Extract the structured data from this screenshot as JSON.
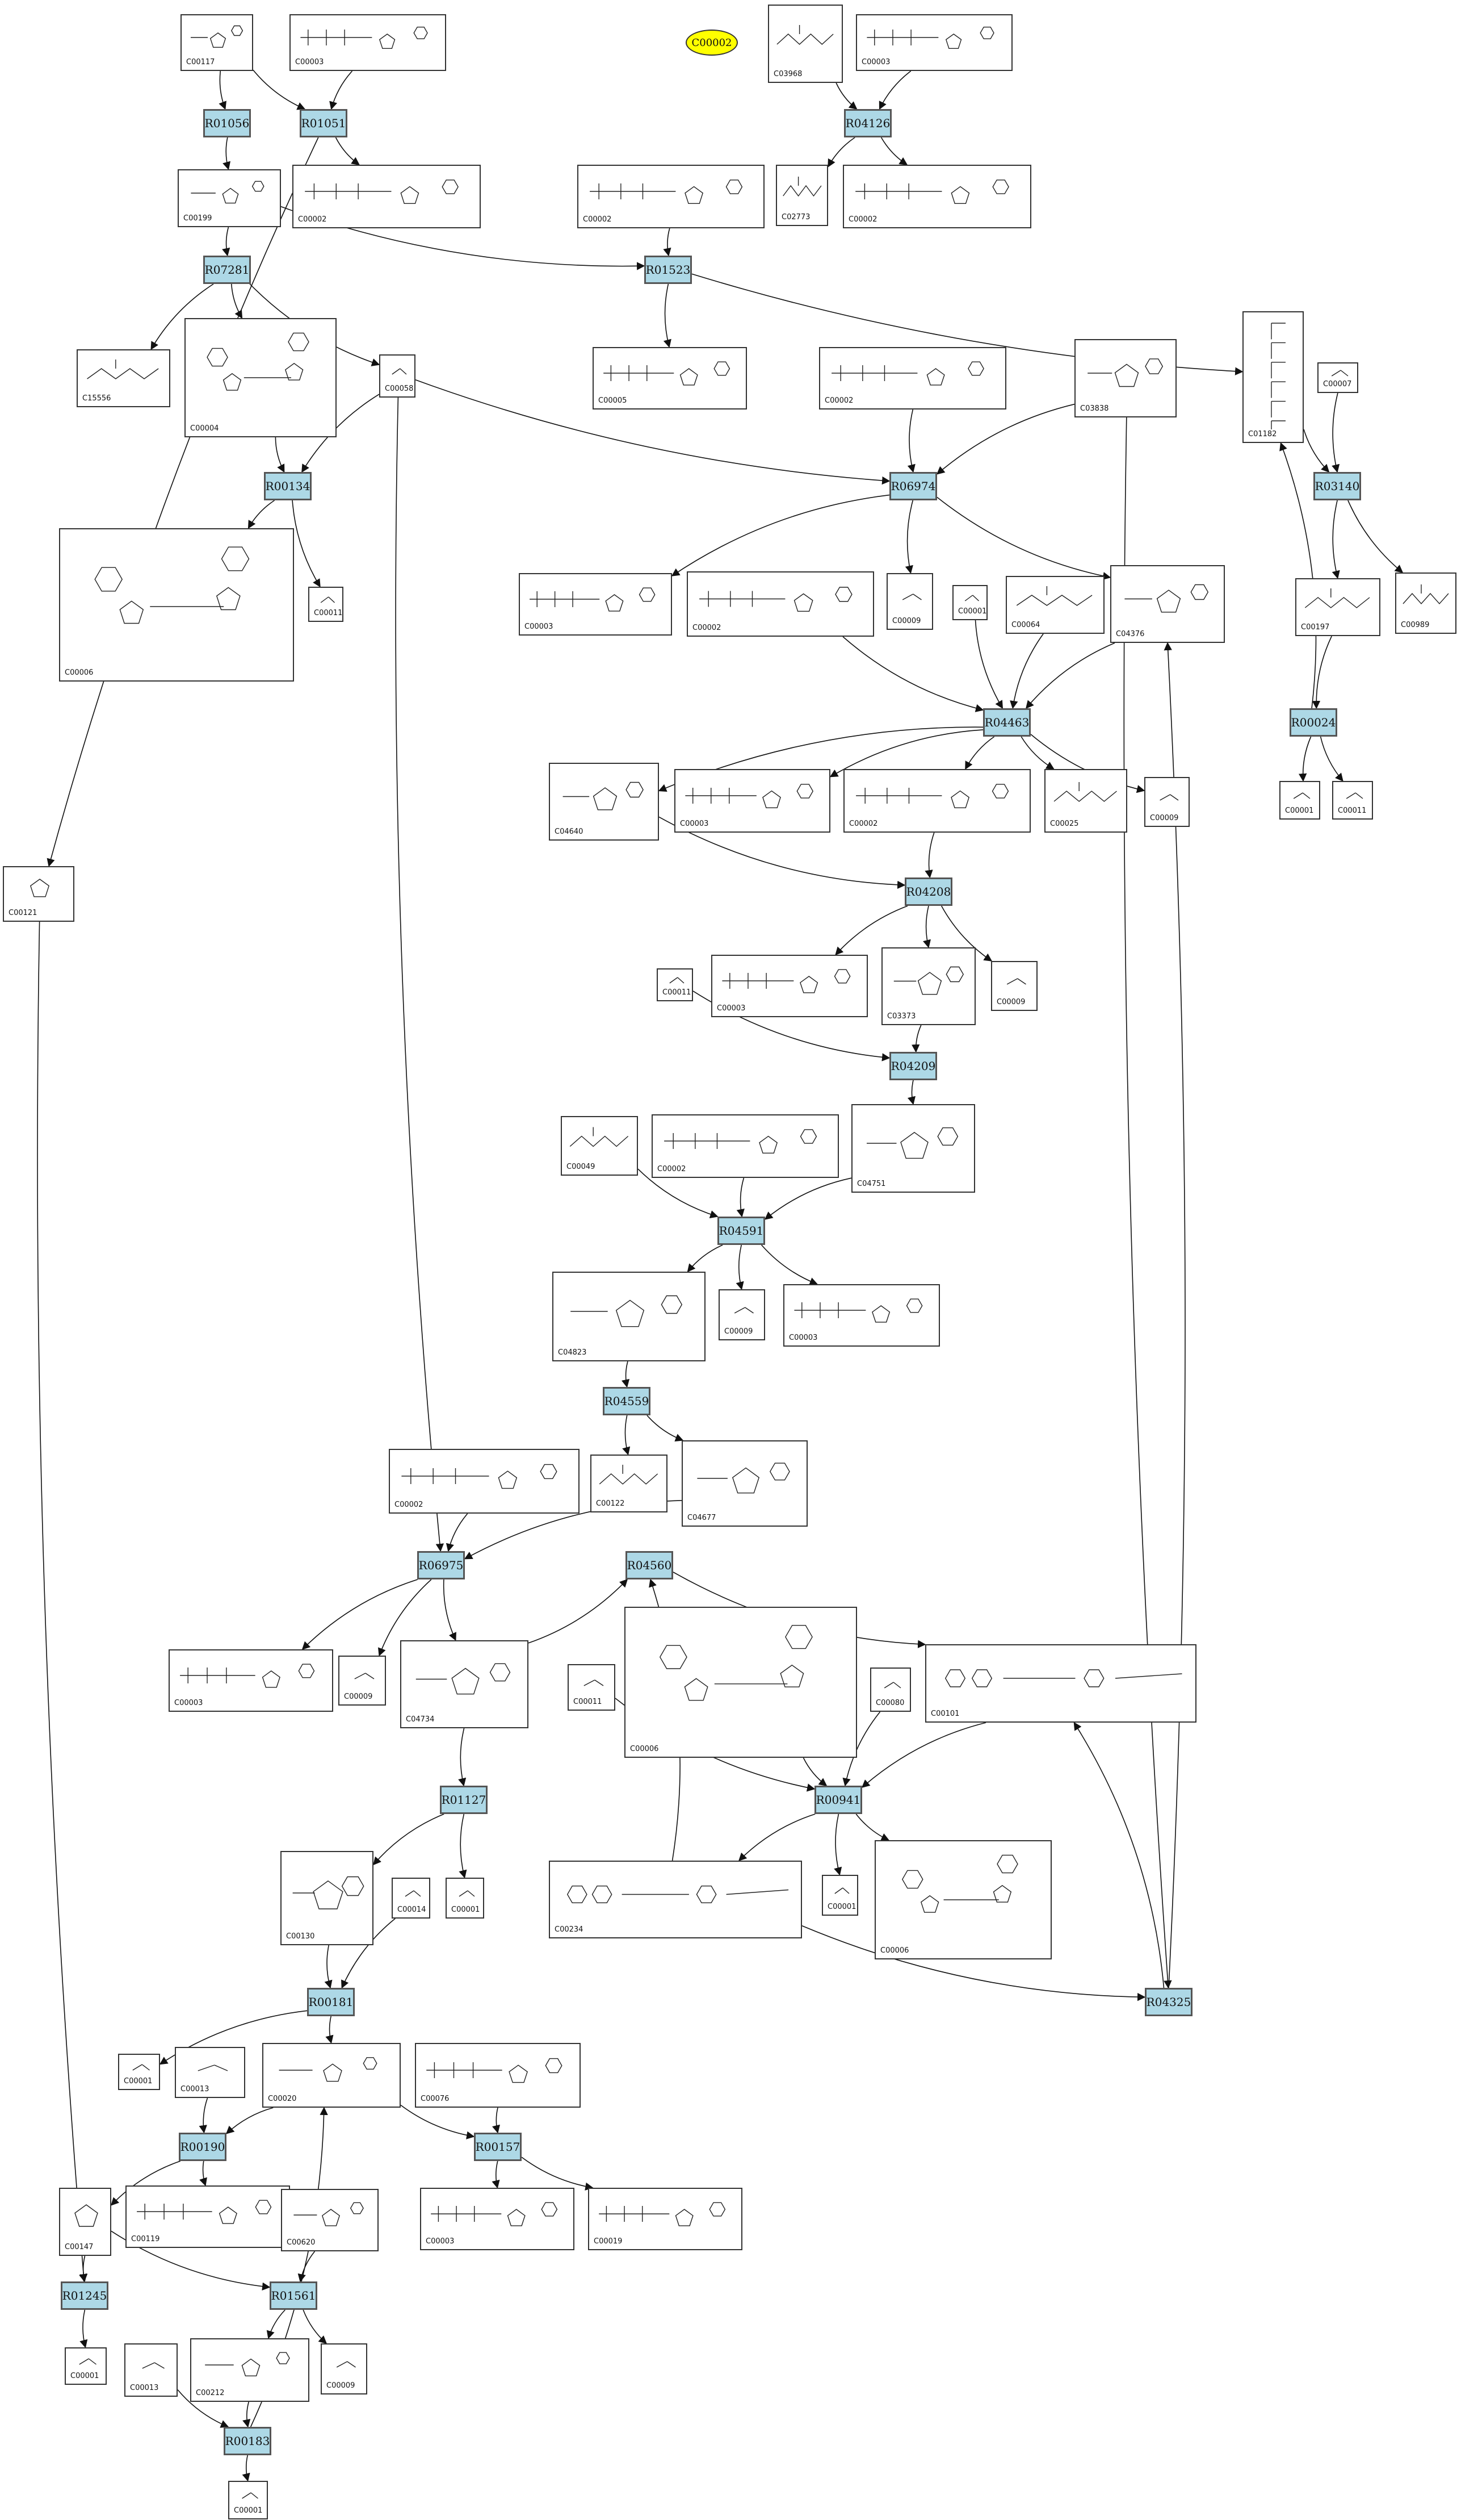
{
  "pathway": {
    "legend_label": "C00002",
    "reactions": [
      {
        "key": "R01056",
        "label": "R01056"
      },
      {
        "key": "R01051",
        "label": "R01051"
      },
      {
        "key": "R04126",
        "label": "R04126"
      },
      {
        "key": "R07281",
        "label": "R07281"
      },
      {
        "key": "R01523",
        "label": "R01523"
      },
      {
        "key": "R00134",
        "label": "R00134"
      },
      {
        "key": "R06974",
        "label": "R06974"
      },
      {
        "key": "R03140",
        "label": "R03140"
      },
      {
        "key": "R04463",
        "label": "R04463"
      },
      {
        "key": "R00024",
        "label": "R00024"
      },
      {
        "key": "R04208",
        "label": "R04208"
      },
      {
        "key": "R04209",
        "label": "R04209"
      },
      {
        "key": "R04591",
        "label": "R04591"
      },
      {
        "key": "R04559",
        "label": "R04559"
      },
      {
        "key": "R06975",
        "label": "R06975"
      },
      {
        "key": "R04560",
        "label": "R04560"
      },
      {
        "key": "R01127",
        "label": "R01127"
      },
      {
        "key": "R00941",
        "label": "R00941"
      },
      {
        "key": "R00181",
        "label": "R00181"
      },
      {
        "key": "R04325",
        "label": "R04325"
      },
      {
        "key": "R00190",
        "label": "R00190"
      },
      {
        "key": "R00157",
        "label": "R00157"
      },
      {
        "key": "R01245",
        "label": "R01245"
      },
      {
        "key": "R01561",
        "label": "R01561"
      },
      {
        "key": "R00183",
        "label": "R00183"
      }
    ],
    "compounds": [
      {
        "key": "c1",
        "id": "C00117",
        "kind": "sugarP"
      },
      {
        "key": "c2",
        "id": "C00003",
        "kind": "dinuc"
      },
      {
        "key": "c3",
        "id": "C03968",
        "kind": "small"
      },
      {
        "key": "c4",
        "id": "C00003",
        "kind": "dinuc"
      },
      {
        "key": "c5",
        "id": "C00199",
        "kind": "sugarP"
      },
      {
        "key": "c6",
        "id": "C00002",
        "kind": "atp"
      },
      {
        "key": "c7",
        "id": "C00002",
        "kind": "atp"
      },
      {
        "key": "c8",
        "id": "C02773",
        "kind": "small"
      },
      {
        "key": "c9",
        "id": "C00002",
        "kind": "atp"
      },
      {
        "key": "c10",
        "id": "C15556",
        "kind": "chain"
      },
      {
        "key": "c11",
        "id": "C00004",
        "kind": "dinucBig"
      },
      {
        "key": "c12",
        "id": "C00058",
        "kind": "tiny"
      },
      {
        "key": "c13",
        "id": "C00005",
        "kind": "dinuc"
      },
      {
        "key": "c14",
        "id": "C00002",
        "kind": "atp"
      },
      {
        "key": "c15",
        "id": "C03838",
        "kind": "sugarP"
      },
      {
        "key": "c16",
        "id": "C01182",
        "kind": "tall"
      },
      {
        "key": "c17",
        "id": "C00007",
        "kind": "tiny"
      },
      {
        "key": "c18",
        "id": "C00006",
        "kind": "dinucBig"
      },
      {
        "key": "c19",
        "id": "C00011",
        "kind": "tiny"
      },
      {
        "key": "c20",
        "id": "C00003",
        "kind": "dinuc"
      },
      {
        "key": "c21",
        "id": "C00002",
        "kind": "atp"
      },
      {
        "key": "c22",
        "id": "C00009",
        "kind": "tiny"
      },
      {
        "key": "c23",
        "id": "C00001",
        "kind": "tiny"
      },
      {
        "key": "c24",
        "id": "C00064",
        "kind": "chain"
      },
      {
        "key": "c25",
        "id": "C04376",
        "kind": "sugarP"
      },
      {
        "key": "c26",
        "id": "C00197",
        "kind": "chain"
      },
      {
        "key": "c27",
        "id": "C00989",
        "kind": "small"
      },
      {
        "key": "c28",
        "id": "C04640",
        "kind": "sugarP"
      },
      {
        "key": "c29",
        "id": "C00003",
        "kind": "dinuc"
      },
      {
        "key": "c30",
        "id": "C00002",
        "kind": "atp"
      },
      {
        "key": "c31",
        "id": "C00025",
        "kind": "chain"
      },
      {
        "key": "c32",
        "id": "C00009",
        "kind": "tiny"
      },
      {
        "key": "c33",
        "id": "C00001",
        "kind": "tiny"
      },
      {
        "key": "c34",
        "id": "C00011",
        "kind": "tiny"
      },
      {
        "key": "c35",
        "id": "C00121",
        "kind": "sugar"
      },
      {
        "key": "c36",
        "id": "C00003",
        "kind": "dinuc"
      },
      {
        "key": "c37",
        "id": "C03373",
        "kind": "sugarP"
      },
      {
        "key": "c38",
        "id": "C00009",
        "kind": "tiny"
      },
      {
        "key": "c39",
        "id": "C00011",
        "kind": "tiny"
      },
      {
        "key": "c40",
        "id": "C00049",
        "kind": "chain"
      },
      {
        "key": "c41",
        "id": "C00002",
        "kind": "atp"
      },
      {
        "key": "c42",
        "id": "C04751",
        "kind": "sugarP"
      },
      {
        "key": "c43",
        "id": "C04823",
        "kind": "sugarP"
      },
      {
        "key": "c44",
        "id": "C00009",
        "kind": "tiny"
      },
      {
        "key": "c45",
        "id": "C00003",
        "kind": "dinuc"
      },
      {
        "key": "c46",
        "id": "C00002",
        "kind": "atp"
      },
      {
        "key": "c47",
        "id": "C00122",
        "kind": "chain"
      },
      {
        "key": "c48",
        "id": "C04677",
        "kind": "sugarP"
      },
      {
        "key": "c49",
        "id": "C00006",
        "kind": "dinucBig"
      },
      {
        "key": "c50",
        "id": "C00003",
        "kind": "dinuc"
      },
      {
        "key": "c51",
        "id": "C00009",
        "kind": "tiny"
      },
      {
        "key": "c52",
        "id": "C04734",
        "kind": "sugarP"
      },
      {
        "key": "c53",
        "id": "C00011",
        "kind": "tiny"
      },
      {
        "key": "c54",
        "id": "C00080",
        "kind": "tiny"
      },
      {
        "key": "c55",
        "id": "C00101",
        "kind": "folate"
      },
      {
        "key": "c56",
        "id": "C00130",
        "kind": "sugarP"
      },
      {
        "key": "c57",
        "id": "C00014",
        "kind": "tiny"
      },
      {
        "key": "c58",
        "id": "C00001",
        "kind": "tiny"
      },
      {
        "key": "c59",
        "id": "C00234",
        "kind": "folate"
      },
      {
        "key": "c60",
        "id": "C00001",
        "kind": "tiny"
      },
      {
        "key": "c61",
        "id": "C00006",
        "kind": "dinucBig"
      },
      {
        "key": "c62",
        "id": "C00001",
        "kind": "tiny"
      },
      {
        "key": "c63",
        "id": "C00013",
        "kind": "tiny"
      },
      {
        "key": "c64",
        "id": "C00020",
        "kind": "sugarP"
      },
      {
        "key": "c65",
        "id": "C00076",
        "kind": "atp"
      },
      {
        "key": "c66",
        "id": "C00147",
        "kind": "sugar"
      },
      {
        "key": "c67",
        "id": "C00119",
        "kind": "atp"
      },
      {
        "key": "c68",
        "id": "C00620",
        "kind": "sugarP"
      },
      {
        "key": "c69",
        "id": "C00003",
        "kind": "dinuc"
      },
      {
        "key": "c70",
        "id": "C00019",
        "kind": "dinuc"
      },
      {
        "key": "c71",
        "id": "C00001",
        "kind": "tiny"
      },
      {
        "key": "c72",
        "id": "C00013",
        "kind": "tiny"
      },
      {
        "key": "c73",
        "id": "C00212",
        "kind": "sugarP"
      },
      {
        "key": "c74",
        "id": "C00009",
        "kind": "tiny"
      },
      {
        "key": "c75",
        "id": "C00001",
        "kind": "tiny"
      }
    ],
    "edges": [
      [
        "c1",
        "R01056"
      ],
      [
        "c1",
        "R01051"
      ],
      [
        "c2",
        "R01051"
      ],
      [
        "c3",
        "R04126"
      ],
      [
        "c4",
        "R04126"
      ],
      [
        "R01056",
        "c5"
      ],
      [
        "R01051",
        "c6"
      ],
      [
        "R01051",
        "c35"
      ],
      [
        "R04126",
        "c8"
      ],
      [
        "R04126",
        "c9"
      ],
      [
        "c5",
        "R07281"
      ],
      [
        "c5",
        "R01523"
      ],
      [
        "c7",
        "R01523"
      ],
      [
        "R07281",
        "c10"
      ],
      [
        "R07281",
        "c12"
      ],
      [
        "R07281",
        "c11"
      ],
      [
        "R01523",
        "c13"
      ],
      [
        "R01523",
        "c16"
      ],
      [
        "c11",
        "R00134"
      ],
      [
        "c12",
        "R00134"
      ],
      [
        "c12",
        "R06974"
      ],
      [
        "c12",
        "R06975"
      ],
      [
        "c14",
        "R06974"
      ],
      [
        "c15",
        "R06974"
      ],
      [
        "c15",
        "R04325"
      ],
      [
        "R00134",
        "c18"
      ],
      [
        "R00134",
        "c19"
      ],
      [
        "R06974",
        "c20"
      ],
      [
        "R06974",
        "c22"
      ],
      [
        "R06974",
        "c25"
      ],
      [
        "c16",
        "R03140"
      ],
      [
        "c17",
        "R03140"
      ],
      [
        "R03140",
        "c26"
      ],
      [
        "R03140",
        "c27"
      ],
      [
        "c21",
        "R04463"
      ],
      [
        "c23",
        "R04463"
      ],
      [
        "c24",
        "R04463"
      ],
      [
        "c25",
        "R04463"
      ],
      [
        "R04463",
        "c28"
      ],
      [
        "R04463",
        "c29"
      ],
      [
        "R04463",
        "c30"
      ],
      [
        "R04463",
        "c31"
      ],
      [
        "R04463",
        "c32"
      ],
      [
        "c26",
        "R00024"
      ],
      [
        "R00024",
        "c16"
      ],
      [
        "R00024",
        "c33"
      ],
      [
        "R00024",
        "c34"
      ],
      [
        "c28",
        "R04208"
      ],
      [
        "c30",
        "R04208"
      ],
      [
        "R04208",
        "c36"
      ],
      [
        "R04208",
        "c37"
      ],
      [
        "R04208",
        "c38"
      ],
      [
        "c37",
        "R04209"
      ],
      [
        "c39",
        "R04209"
      ],
      [
        "R04209",
        "c42"
      ],
      [
        "c40",
        "R04591"
      ],
      [
        "c41",
        "R04591"
      ],
      [
        "c42",
        "R04591"
      ],
      [
        "R04591",
        "c43"
      ],
      [
        "R04591",
        "c44"
      ],
      [
        "R04591",
        "c45"
      ],
      [
        "c43",
        "R04559"
      ],
      [
        "R04559",
        "c47"
      ],
      [
        "R04559",
        "c48"
      ],
      [
        "c46",
        "R06975"
      ],
      [
        "c48",
        "R06975"
      ],
      [
        "R06975",
        "c50"
      ],
      [
        "R06975",
        "c51"
      ],
      [
        "R06975",
        "c52"
      ],
      [
        "c52",
        "R04560"
      ],
      [
        "c59",
        "R04560"
      ],
      [
        "R04560",
        "c55"
      ],
      [
        "c52",
        "R01127"
      ],
      [
        "R01127",
        "c56"
      ],
      [
        "R01127",
        "c58"
      ],
      [
        "c49",
        "R00941"
      ],
      [
        "c53",
        "R00941"
      ],
      [
        "c54",
        "R00941"
      ],
      [
        "c55",
        "R00941"
      ],
      [
        "R00941",
        "c59"
      ],
      [
        "R00941",
        "c60"
      ],
      [
        "R00941",
        "c61"
      ],
      [
        "c56",
        "R00181"
      ],
      [
        "c57",
        "R00181"
      ],
      [
        "R00181",
        "c62"
      ],
      [
        "R00181",
        "c64"
      ],
      [
        "c59",
        "R04325"
      ],
      [
        "R04325",
        "c55"
      ],
      [
        "R04325",
        "c25"
      ],
      [
        "c63",
        "R00190"
      ],
      [
        "c64",
        "R00190"
      ],
      [
        "R00190",
        "c66"
      ],
      [
        "R00190",
        "c67"
      ],
      [
        "c64",
        "R00157"
      ],
      [
        "c65",
        "R00157"
      ],
      [
        "R00157",
        "c69"
      ],
      [
        "R00157",
        "c70"
      ],
      [
        "c35",
        "R01245"
      ],
      [
        "c66",
        "R01245"
      ],
      [
        "R01245",
        "c71"
      ],
      [
        "c66",
        "R01561"
      ],
      [
        "c68",
        "R01561"
      ],
      [
        "R01561",
        "c73"
      ],
      [
        "R01561",
        "c74"
      ],
      [
        "c72",
        "R00183"
      ],
      [
        "c73",
        "R00183"
      ],
      [
        "R00183",
        "c75"
      ],
      [
        "R00183",
        "c64"
      ]
    ]
  }
}
